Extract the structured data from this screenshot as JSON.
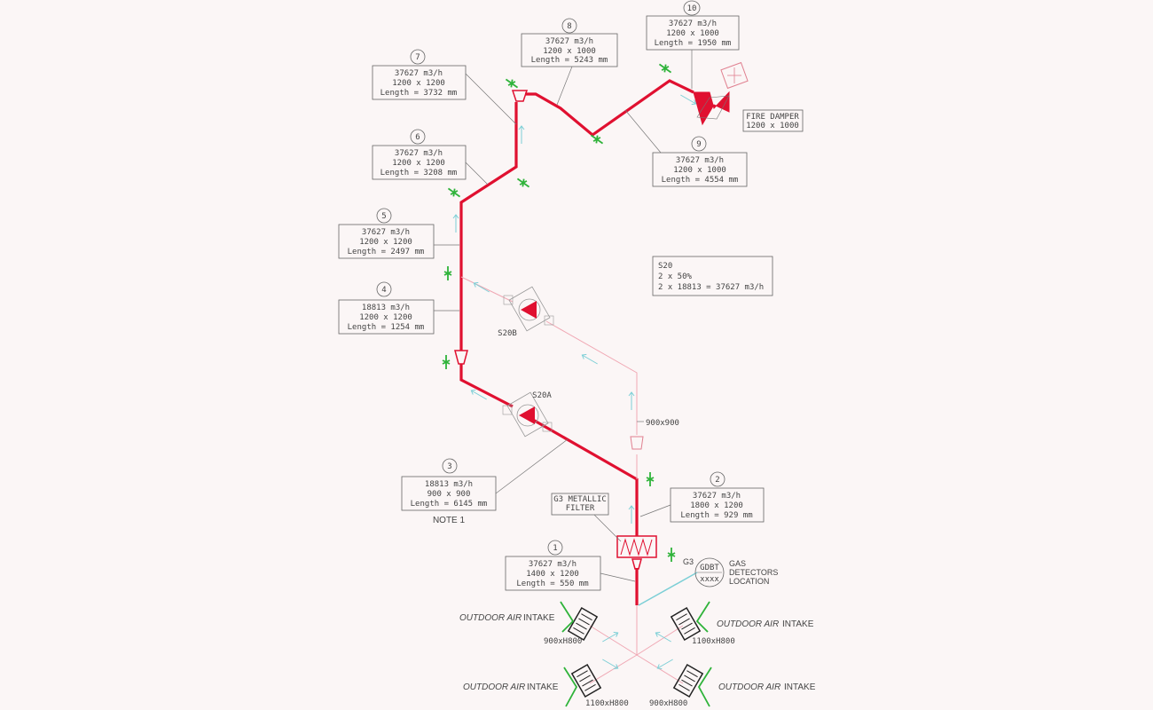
{
  "segments": [
    {
      "num": "1",
      "l1": "37627 m3/h",
      "l2": "1400 x 1200",
      "l3": "Length = 550 mm"
    },
    {
      "num": "2",
      "l1": "37627 m3/h",
      "l2": "1800 x 1200",
      "l3": "Length = 929 mm"
    },
    {
      "num": "3",
      "l1": "18813 m3/h",
      "l2": "900 x 900",
      "l3": "Length = 6145 mm"
    },
    {
      "num": "4",
      "l1": "18813 m3/h",
      "l2": "1200 x 1200",
      "l3": "Length = 1254 mm"
    },
    {
      "num": "5",
      "l1": "37627 m3/h",
      "l2": "1200 x 1200",
      "l3": "Length = 2497 mm"
    },
    {
      "num": "6",
      "l1": "37627 m3/h",
      "l2": "1200 x 1200",
      "l3": "Length = 3208 mm"
    },
    {
      "num": "7",
      "l1": "37627 m3/h",
      "l2": "1200 x 1200",
      "l3": "Length = 3732 mm"
    },
    {
      "num": "8",
      "l1": "37627 m3/h",
      "l2": "1200 x 1000",
      "l3": "Length = 5243 mm"
    },
    {
      "num": "9",
      "l1": "37627 m3/h",
      "l2": "1200 x 1000",
      "l3": "Length = 4554 mm"
    },
    {
      "num": "10",
      "l1": "37627 m3/h",
      "l2": "1200 x 1000",
      "l3": "Length = 1950 mm"
    }
  ],
  "system_note": {
    "l1": "S20",
    "l2": "2 x 50%",
    "l3": "2 x 18813 = 37627 m3/h"
  },
  "fire_damper": {
    "l1": "FIRE DAMPER",
    "l2": "1200 x 1000"
  },
  "note1": "NOTE 1",
  "fans": {
    "a": "S20A",
    "b": "S20B"
  },
  "filter": {
    "l1": "G3 METALLIC",
    "l2": "FILTER"
  },
  "filter_tag": "G3",
  "duct_900": "900x900",
  "gas_detector": {
    "tag": "GDBT",
    "sub": "xxxx",
    "l1": "GAS",
    "l2": "DETECTORS",
    "l3": "LOCATION"
  },
  "intakes": [
    {
      "label": "OUTDOOR AIR",
      "label2": "INTAKE",
      "size": "900xH800"
    },
    {
      "label": "OUTDOOR AIR",
      "label2": "INTAKE",
      "size": "1100xH800"
    },
    {
      "label": "OUTDOOR AIR",
      "label2": "INTAKE",
      "size": "1100xH800"
    },
    {
      "label": "OUTDOOR AIR",
      "label2": "INTAKE",
      "size": "900xH800"
    }
  ],
  "colors": {
    "duct": "#e01030",
    "flow_arrow": "#7ccfd6",
    "damper": "#2fb33a",
    "background": "#fbf6f6"
  }
}
